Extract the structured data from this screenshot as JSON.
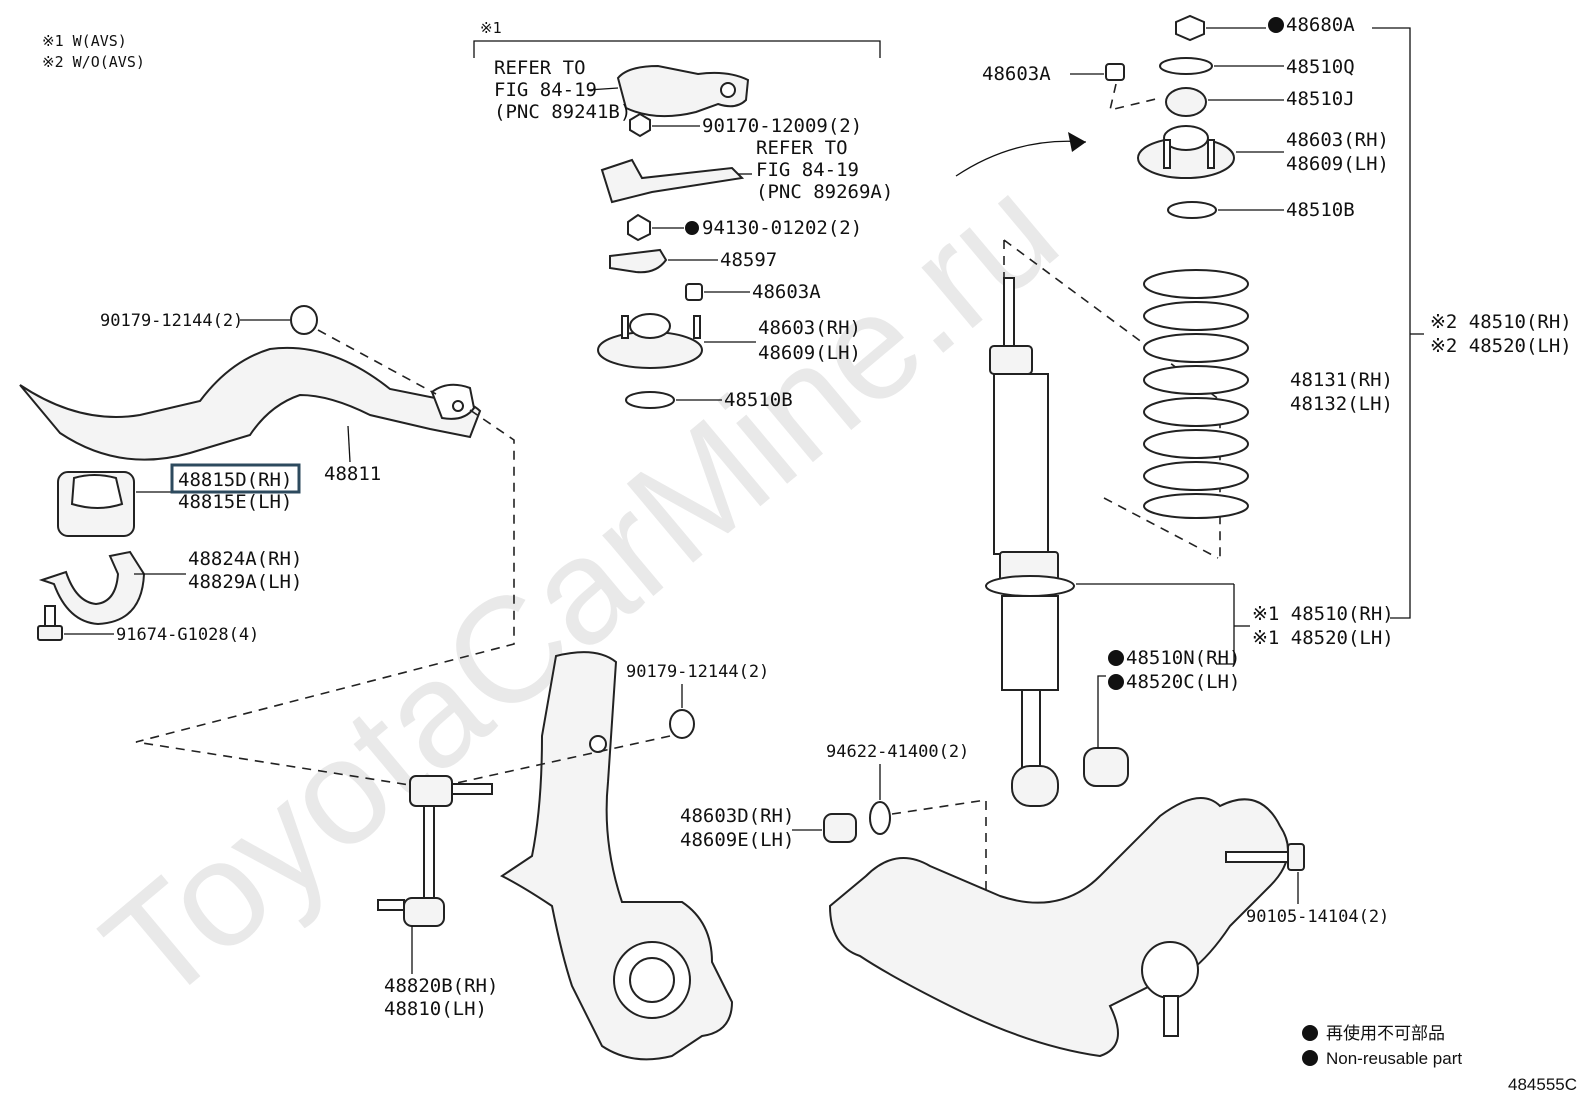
{
  "watermark": "ToyotaCarMine.ru",
  "notes": {
    "n1": "※1  W(AVS)",
    "n2": "※2  W/O(AVS)",
    "group1_tag": "※1"
  },
  "labels": {
    "refer1_l1": "REFER TO",
    "refer1_l2": "FIG 84-19",
    "refer1_l3": "(PNC 89241B)",
    "p90170": "90170-12009(2)",
    "refer2_l1": "REFER TO",
    "refer2_l2": "FIG 84-19",
    "refer2_l3": "(PNC 89269A)",
    "p94130": "94130-01202(2)",
    "p48597": "48597",
    "p48603A_mid": "48603A",
    "p48603_mid": "48603(RH)",
    "p48609_mid": "48609(LH)",
    "p48510B_mid": "48510B",
    "p90179_top": "90179-12144(2)",
    "p48811": "48811",
    "p48815D": "48815D(RH)",
    "p48815E": "48815E(LH)",
    "p48824A": "48824A(RH)",
    "p48829A": "48829A(LH)",
    "p91674": "91674-G1028(4)",
    "p90179_mid": "90179-12144(2)",
    "p94622": "94622-41400(2)",
    "p48603D": "48603D(RH)",
    "p48609E": "48609E(LH)",
    "p48820B": "48820B(RH)",
    "p48810": "48810(LH)",
    "p48680A": "48680A",
    "p48603A_right": "48603A",
    "p48510Q": "48510Q",
    "p48510J": "48510J",
    "p48603_right": "48603(RH)",
    "p48609_right": "48609(LH)",
    "p48510B_right": "48510B",
    "p2_48510": "※2 48510(RH)",
    "p2_48520": "※2 48520(LH)",
    "p48131": "48131(RH)",
    "p48132": "48132(LH)",
    "p1_48510": "※1 48510(RH)",
    "p1_48520": "※1 48520(LH)",
    "p48510N": "48510N(RH)",
    "p48520C": "48520C(LH)",
    "p90105": "90105-14104(2)"
  },
  "legend": {
    "jp": "再使用不可部品",
    "en": "Non-reusable part"
  },
  "figure_id": "484555C"
}
